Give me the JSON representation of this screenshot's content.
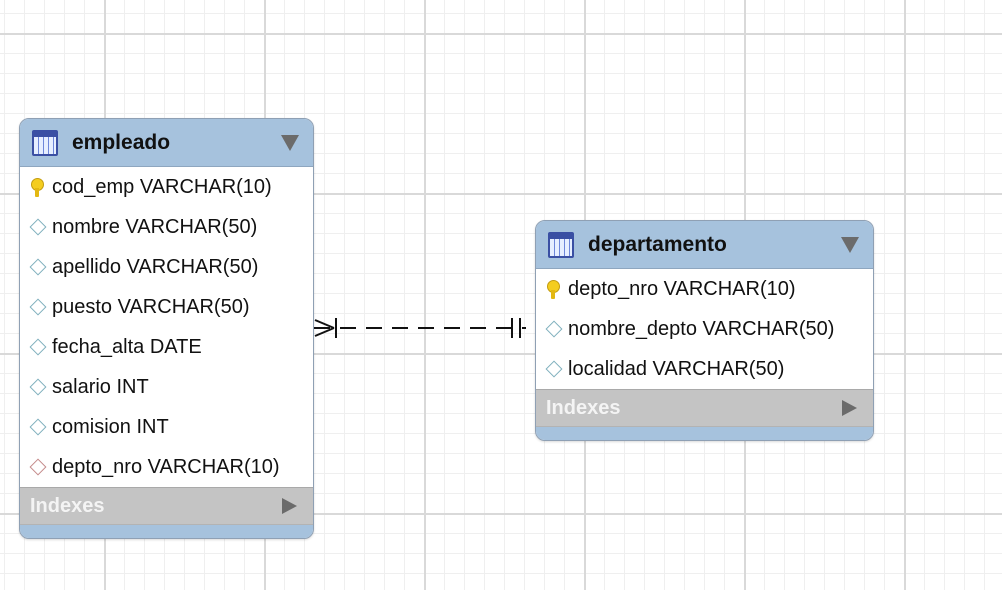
{
  "tables": [
    {
      "name": "empleado",
      "columns": [
        {
          "text": "cod_emp VARCHAR(10)",
          "icon": "primary-key-icon"
        },
        {
          "text": "nombre VARCHAR(50)",
          "icon": "column-diamond-icon"
        },
        {
          "text": "apellido VARCHAR(50)",
          "icon": "column-diamond-icon"
        },
        {
          "text": "puesto VARCHAR(50)",
          "icon": "column-diamond-icon"
        },
        {
          "text": "fecha_alta DATE",
          "icon": "column-diamond-icon"
        },
        {
          "text": "salario INT",
          "icon": "column-diamond-icon"
        },
        {
          "text": "comision INT",
          "icon": "column-diamond-icon"
        },
        {
          "text": "depto_nro VARCHAR(10)",
          "icon": "foreign-key-diamond-icon"
        }
      ],
      "indexes_label": "Indexes"
    },
    {
      "name": "departamento",
      "columns": [
        {
          "text": "depto_nro VARCHAR(10)",
          "icon": "primary-key-icon"
        },
        {
          "text": "nombre_depto VARCHAR(50)",
          "icon": "column-diamond-icon"
        },
        {
          "text": "localidad VARCHAR(50)",
          "icon": "column-diamond-icon"
        }
      ],
      "indexes_label": "Indexes"
    }
  ],
  "relationship": {
    "from": "empleado",
    "to": "departamento",
    "cardinality": "many-to-one",
    "style": "dashed"
  },
  "colors": {
    "header": "#a6c2dd",
    "indexes_bar": "#c4c4c4",
    "primary_key": "#f4cd1f",
    "column_diamond": "#7fb0bd",
    "foreign_key_diamond": "#c58a8a"
  }
}
